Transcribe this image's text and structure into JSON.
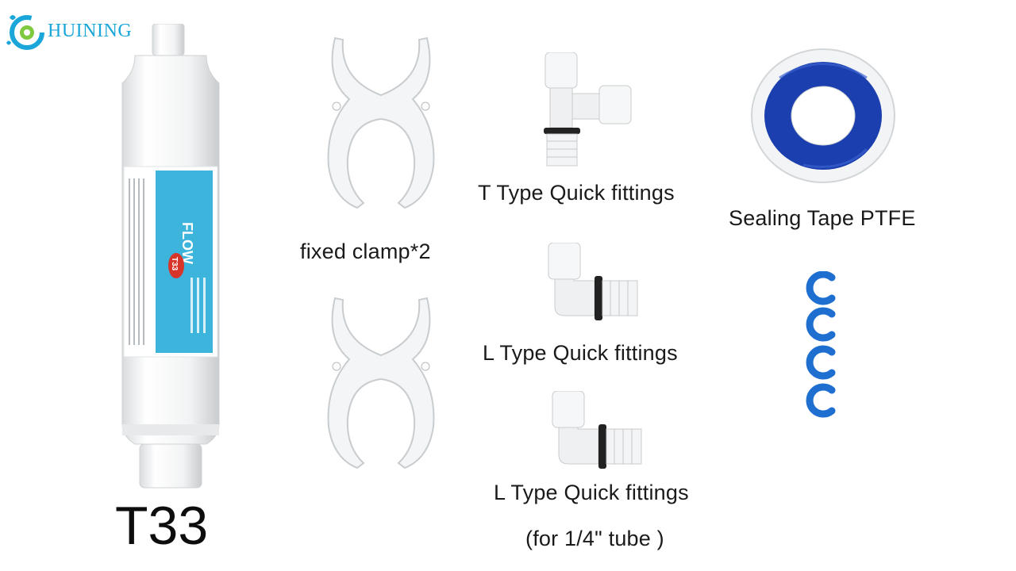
{
  "brand": {
    "name": "HUINING",
    "color": "#1aa6d9"
  },
  "labels": {
    "model": "T33",
    "clamp": "fixed clamp*2",
    "t_fitting": "T Type Quick fittings",
    "l_fitting": "L Type Quick fittings",
    "l_fitting_2": "L Type Quick fittings",
    "tube_note": "(for 1/4\" tube )",
    "tape": "Sealing Tape PTFE"
  },
  "filter_label": {
    "flow": "FLOW",
    "badge": "T33",
    "color": "#3cb4dc"
  },
  "colors": {
    "clip_blue": "#1f6fd1",
    "tape_blue": "#1b3fae"
  }
}
